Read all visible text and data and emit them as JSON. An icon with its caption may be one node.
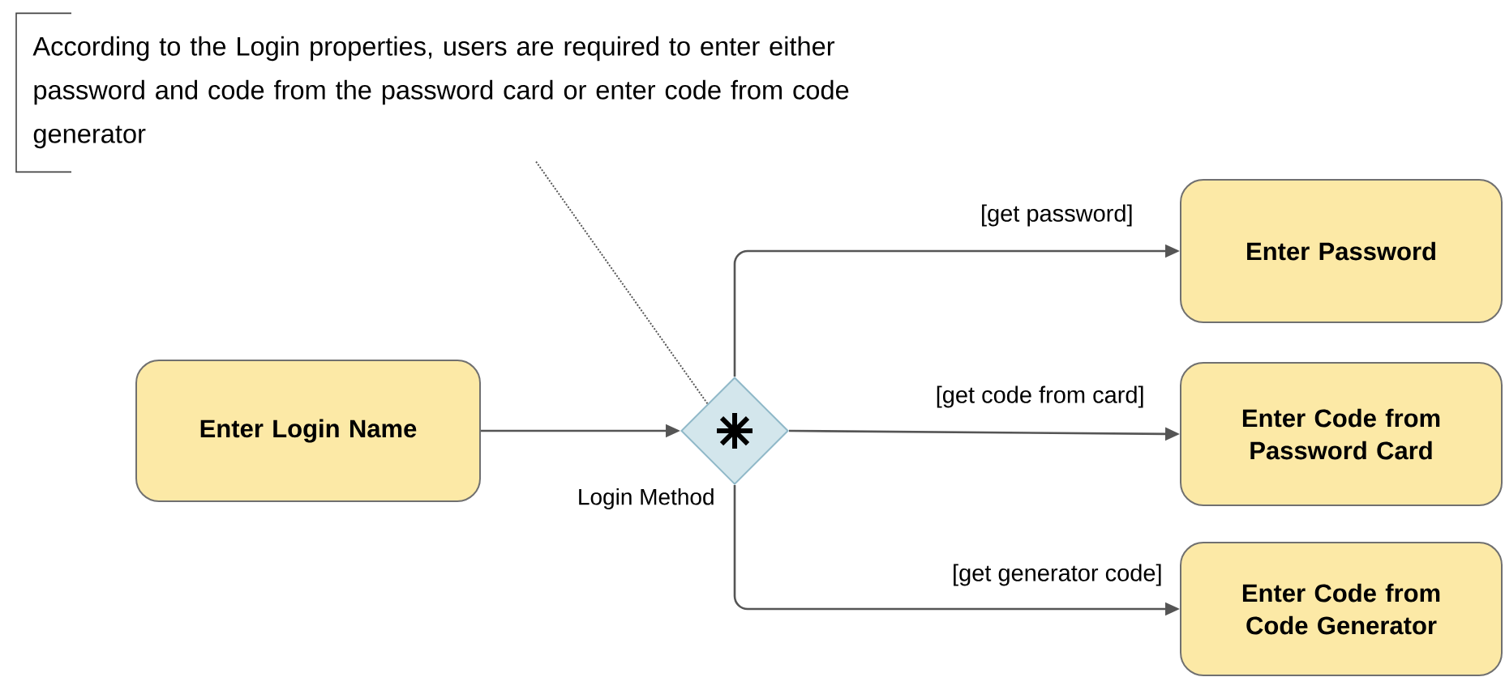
{
  "diagram": {
    "nodes": [
      {
        "text": [
          "According to the Login properties, users are required to enter either password and code from the password card or enter code from code generator"
        ]
      },
      {
        "text": [
          "Enter Login Name"
        ]
      },
      {
        "text": [],
        "shape": "diamond",
        "beside": [
          "Login Method"
        ]
      },
      {
        "text": [
          "Enter Password"
        ]
      },
      {
        "text": [
          "Enter Code from Password Card"
        ]
      },
      {
        "text": [
          "Enter Code from Code Generator"
        ]
      }
    ],
    "edges": [
      {
        "from": 0,
        "to": 2,
        "arrow": "none",
        "style": "dashed"
      },
      {
        "from": 1,
        "to": 2,
        "arrow": "to"
      },
      {
        "from": 2,
        "to": 3,
        "arrow": "to",
        "label": "[get password]"
      },
      {
        "from": 2,
        "to": 4,
        "arrow": "to",
        "label": "[get code from card]"
      },
      {
        "from": 2,
        "to": 5,
        "arrow": "to",
        "label": "[get generator code]"
      }
    ]
  }
}
